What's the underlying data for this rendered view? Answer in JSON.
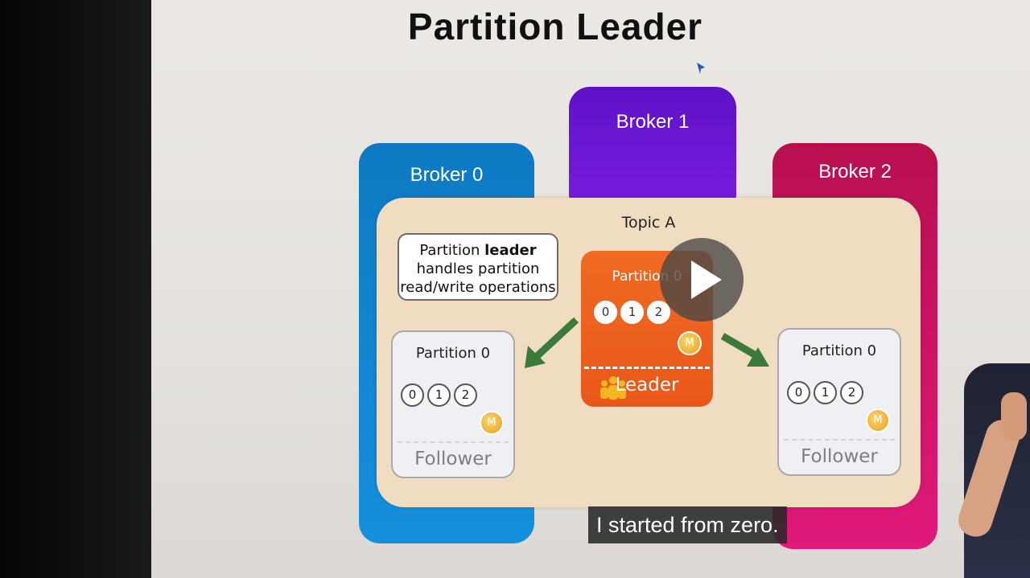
{
  "slide": {
    "title": "Partition Leader",
    "brokers": [
      {
        "label": "Broker 0",
        "color": "#1590dd"
      },
      {
        "label": "Broker 1",
        "color": "#6f16d8"
      },
      {
        "label": "Broker 2",
        "color": "#d3156b"
      }
    ],
    "topic": {
      "label": "Topic A"
    },
    "note": {
      "line1_prefix": "Partition ",
      "line1_bold": "leader",
      "line2": "handles partition",
      "line3": "read/write operations"
    },
    "partitions": {
      "left": {
        "title": "Partition 0",
        "offsets": [
          "0",
          "1",
          "2"
        ],
        "role": "Follower"
      },
      "center": {
        "title": "Partition 0",
        "offsets": [
          "0",
          "1",
          "2"
        ],
        "role": "Leader"
      },
      "right": {
        "title": "Partition 0",
        "offsets": [
          "0",
          "1",
          "2"
        ],
        "role": "Follower"
      }
    },
    "coin_glyph": "M"
  },
  "video": {
    "caption": "I started from zero.",
    "play_icon": "play-icon"
  }
}
